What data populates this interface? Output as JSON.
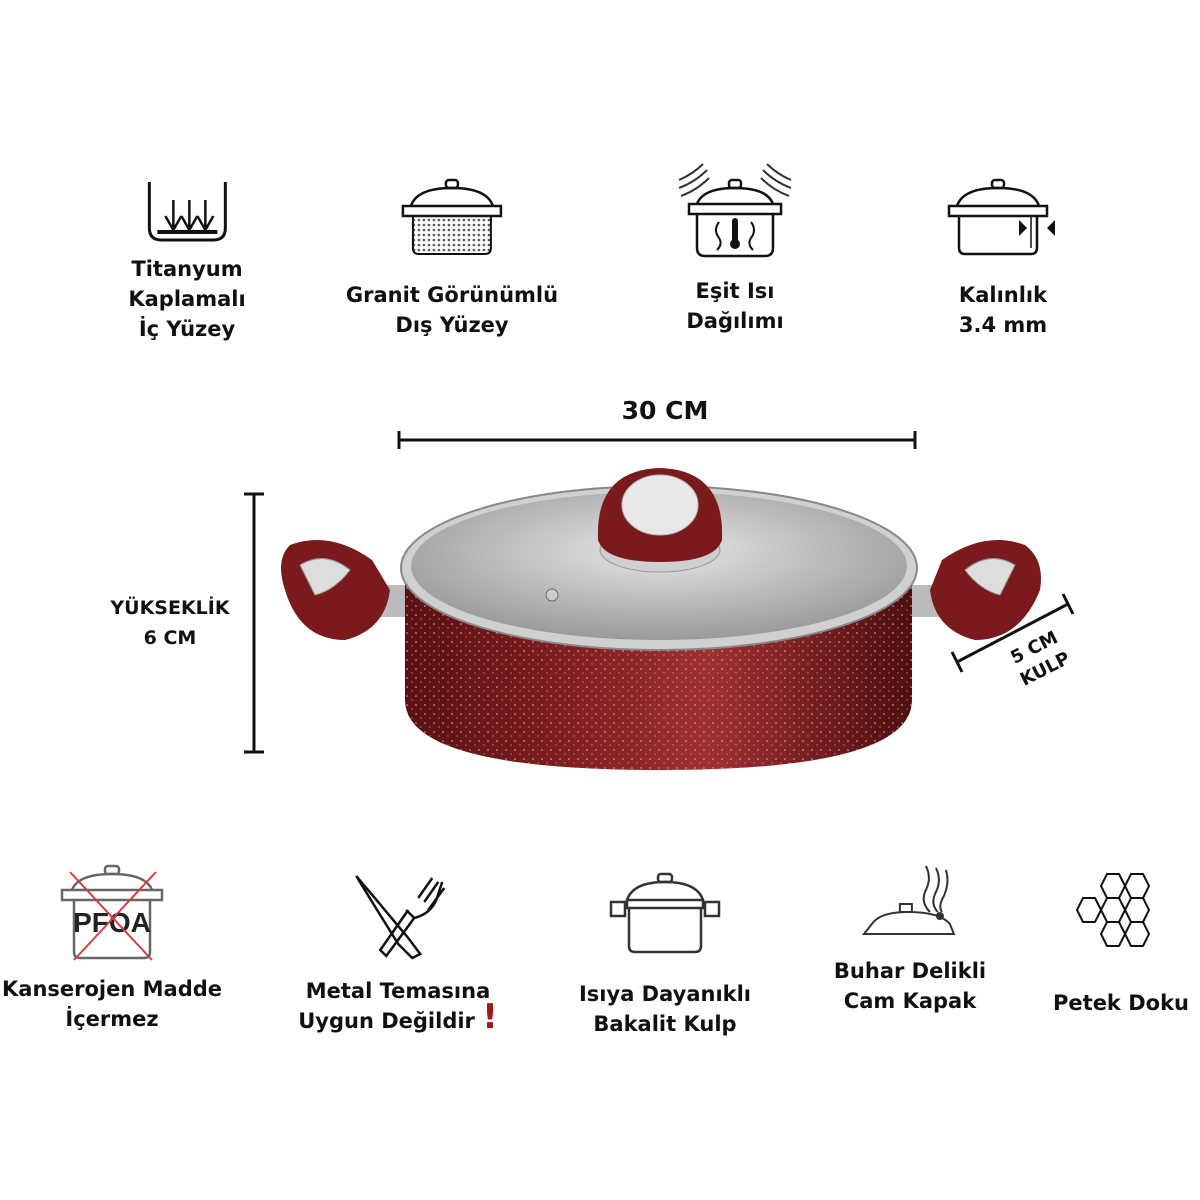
{
  "top_features": [
    {
      "icon": "titanium-coating-icon",
      "lines": [
        "Titanyum",
        "Kaplamalı",
        "İç Yüzey"
      ]
    },
    {
      "icon": "granite-pot-icon",
      "lines": [
        "Granit Görünümlü",
        "Dış Yüzey"
      ]
    },
    {
      "icon": "even-heat-icon",
      "lines": [
        "Eşit Isı",
        "Dağılımı"
      ]
    },
    {
      "icon": "thickness-icon",
      "lines": [
        "Kalınlık",
        "3.4 mm"
      ]
    }
  ],
  "dimensions": {
    "width": "30 CM",
    "height_label": "YÜKSEKLİK",
    "height_value": "6 CM",
    "handle_value": "5 CM",
    "handle_label": "KULP"
  },
  "bottom_features": [
    {
      "icon": "pfoa-free-icon",
      "lines": [
        "Kanserojen Madde",
        "İçermez"
      ],
      "icon_text": "PFOA"
    },
    {
      "icon": "knife-fork-icon",
      "lines": [
        "Metal Temasına",
        "Uygun Değildir"
      ],
      "warning": "!"
    },
    {
      "icon": "pot-handles-icon",
      "lines": [
        "Isıya Dayanıklı",
        "Bakalit Kulp"
      ]
    },
    {
      "icon": "steam-lid-icon",
      "lines": [
        "Buhar Delikli",
        "Cam Kapak"
      ]
    },
    {
      "icon": "honeycomb-icon",
      "lines": [
        "Petek Doku"
      ]
    }
  ],
  "colors": {
    "pot": "#7a1a1c",
    "warning": "#a01818"
  }
}
